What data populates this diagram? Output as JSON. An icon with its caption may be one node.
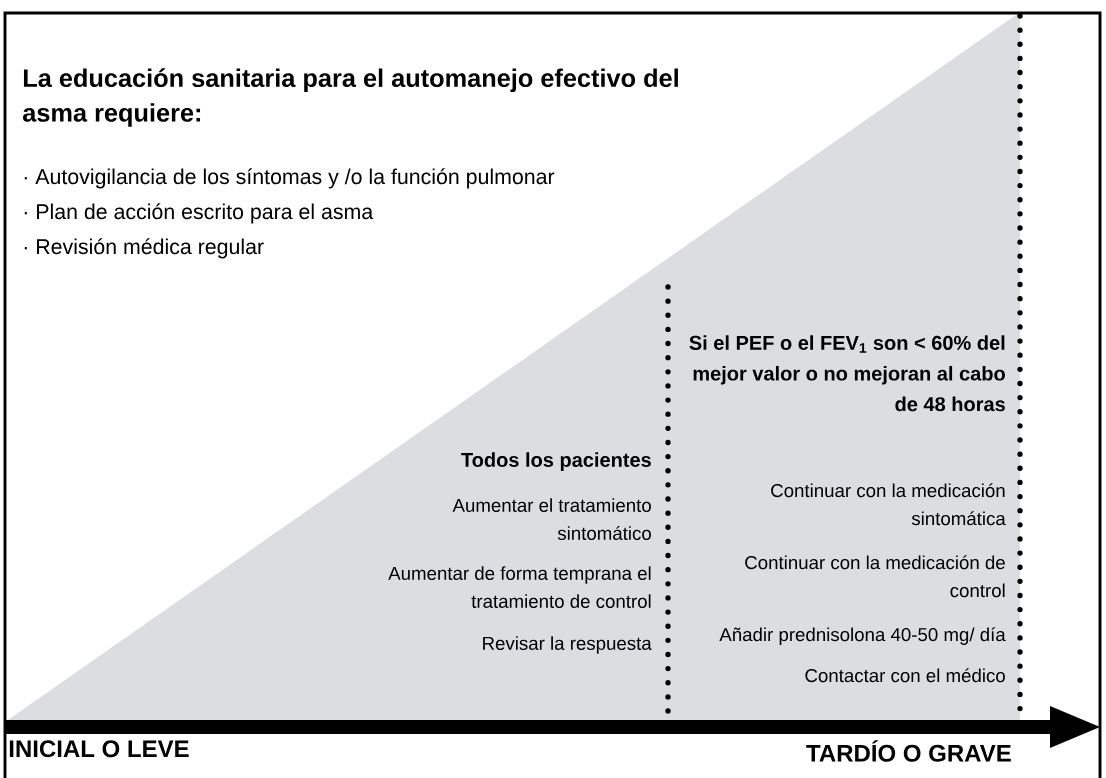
{
  "diagram": {
    "title": "La educación sanitaria para el automanejo efectivo del asma requiere:",
    "labels": [
      "· Autovigilancia de los síntomas y /o la función pulmonar",
      "· Plan de acción escrito para el asma",
      "· Revisión médica regular",
      "Todos los pacientes",
      "Aumentar el tratamiento sintomático",
      "Aumentar de forma temprana el tratamiento de control",
      "Revisar la respuesta",
      "Si el PEF o el FEV$_{1}$ son < 60% del mejor valor o no mejoran al cabo de 48 horas",
      "Continuar con la medicación sintomática",
      "Continuar con la medicación de control",
      "Añadir prednisolona 40-50 mg/ día",
      "Contactar con el médico",
      "INICIAL O LEVE",
      "TARDÍO O GRAVE"
    ]
  }
}
